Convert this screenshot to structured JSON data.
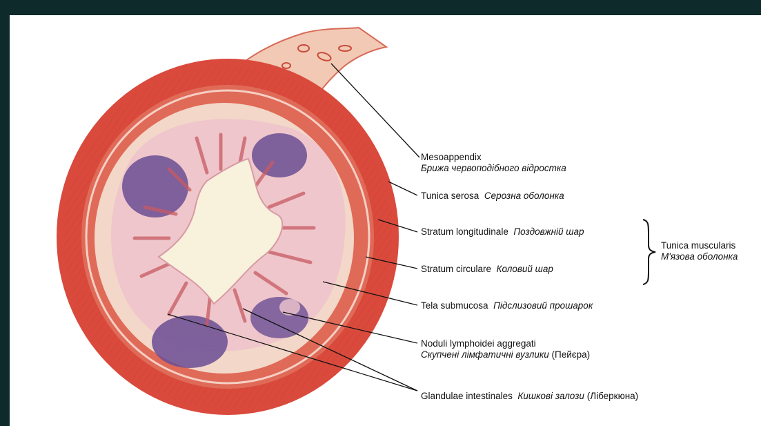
{
  "labels": {
    "mesoappendix": {
      "latin": "Mesoappendix",
      "ukrainian": "Брижа червоподібного  відростка"
    },
    "tunica_serosa": {
      "latin": "Tunica serosa",
      "ukrainian": "Серозна оболонка"
    },
    "stratum_longitudinale": {
      "latin": "Stratum longitudinale",
      "ukrainian": "Поздовжній шар"
    },
    "stratum_circulare": {
      "latin": "Stratum circulare",
      "ukrainian": "Коловий шар"
    },
    "tela_submucosa": {
      "latin": "Tela submucosa",
      "ukrainian": "Підслизовий прошарок"
    },
    "noduli": {
      "latin": "Noduli lymphoidei aggregati",
      "ukrainian": "Скупчені лімфатичні вузлики",
      "suffix": "(Пейєра)"
    },
    "glandulae": {
      "latin": "Glandulae intestinales",
      "ukrainian": "Кишкові залози",
      "suffix": "(Ліберкюна)"
    },
    "tunica_muscularis": {
      "latin": "Tunica muscularis",
      "ukrainian": "М'язова оболонка"
    }
  },
  "colors": {
    "frame": "#0f2a2b",
    "serosa": "#d94a3c",
    "muscle": "#e06a58",
    "submucosa": "#f3d7c8",
    "mucosa": "#efc6cb",
    "lymphoid": "#6a4d93",
    "lumen": "#f8f1dc",
    "line": "#111111"
  }
}
